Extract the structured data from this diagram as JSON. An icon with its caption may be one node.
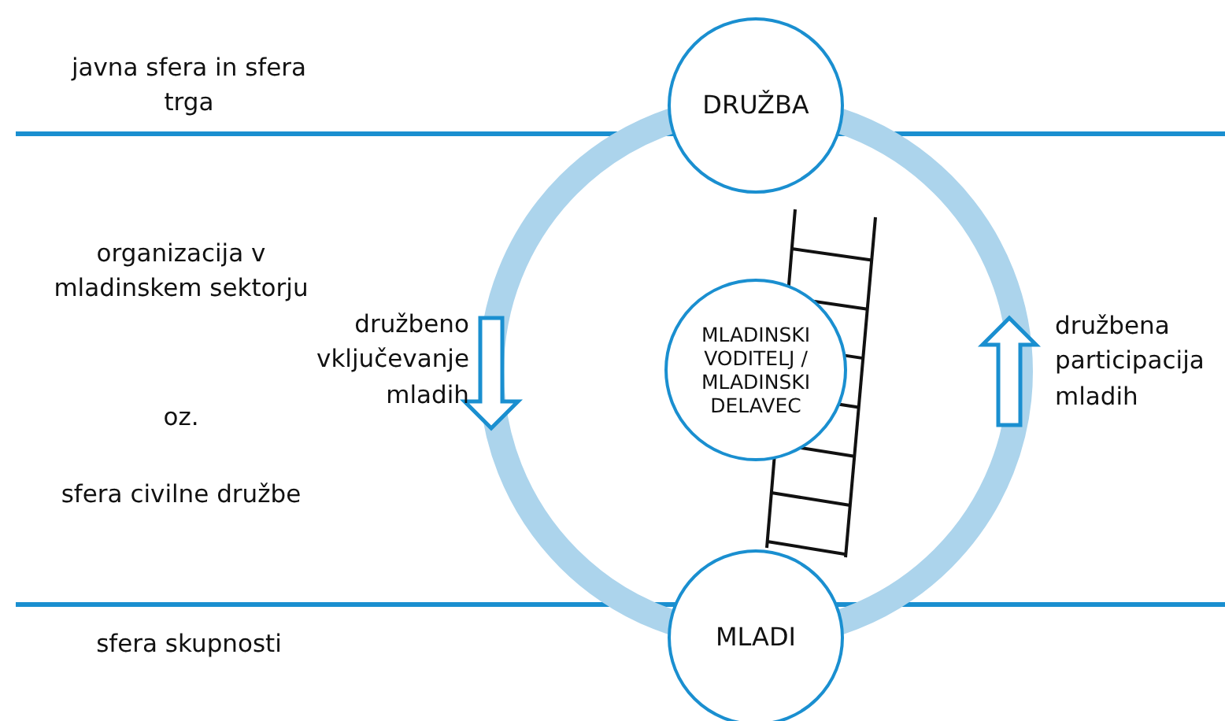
{
  "diagram": {
    "nodes": [
      {
        "text": [
          "DRUŽBA"
        ]
      },
      {
        "text": [
          "MLADINSKI VODITELJ / MLADINSKI DELAVEC"
        ]
      },
      {
        "text": [
          "MLADI"
        ]
      }
    ],
    "labels": [
      "javna sfera in sfera trga",
      "organizacija v mladinskem sektorju",
      "družbeno vključevanje mladih",
      "družbena participacija mladih",
      "oz.",
      "sfera civilne družbe",
      "sfera skupnosti"
    ]
  }
}
